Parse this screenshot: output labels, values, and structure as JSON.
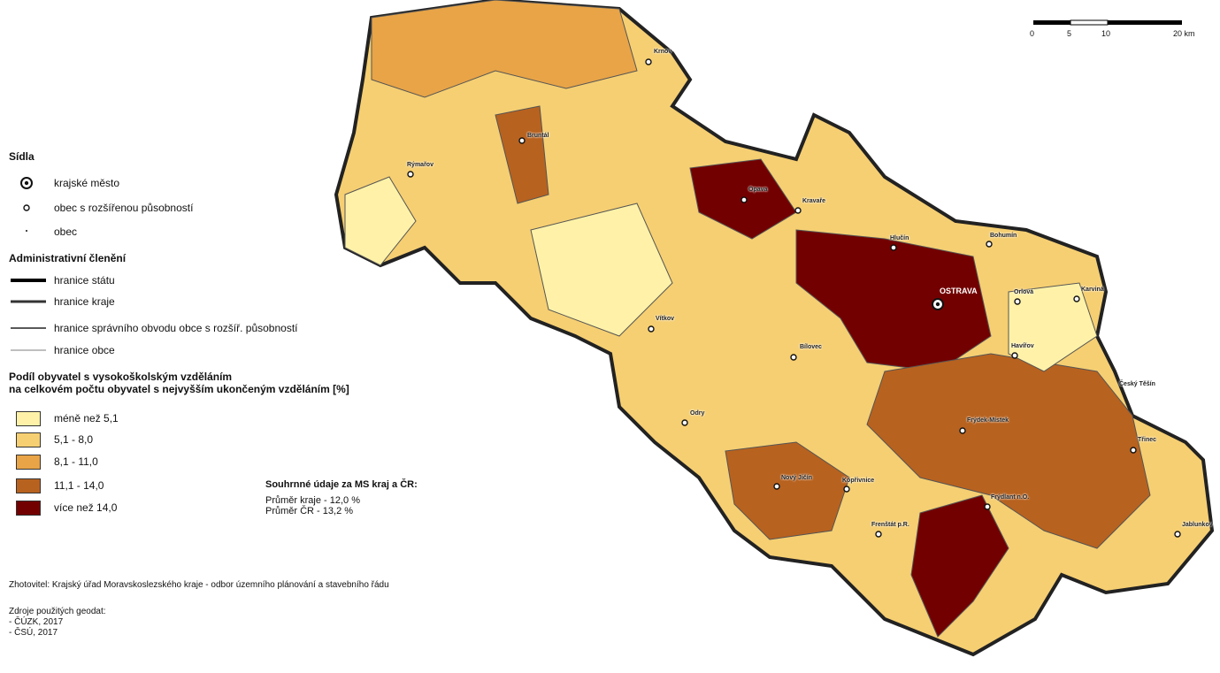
{
  "legend": {
    "settlements_title": "Sídla",
    "regional_city": "krajské město",
    "ext_municipality": "obec s rozšířenou působností",
    "municipality": "obec",
    "admin_title": "Administrativní členění",
    "state_border": "hranice státu",
    "region_border": "hranice kraje",
    "orp_border": "hranice správního obvodu obce s rozšíř. působností",
    "municipality_border": "hranice obce",
    "share_title_1": "Podíl obyvatel s vysokoškolským vzděláním",
    "share_title_2": "na celkovém počtu obyvatel s nejvyšším ukončeným vzděláním [%]",
    "classes": [
      {
        "label": "méně než 5,1",
        "color": "#fff2a8"
      },
      {
        "label": "5,1 - 8,0",
        "color": "#f6cf72"
      },
      {
        "label": "8,1 - 11,0",
        "color": "#e8a447"
      },
      {
        "label": "11,1 - 14,0",
        "color": "#b8621f"
      },
      {
        "label": "více než 14,0",
        "color": "#730000"
      }
    ]
  },
  "summary": {
    "title": "Souhrnné údaje za MS kraj a ČR:",
    "line1": "Průměr kraje - 12,0 %",
    "line2": "Průměr ČR - 13,2 %"
  },
  "author": "Zhotovitel: Krajský úřad Moravskoslezského kraje - odbor územního plánování a stavebního řádu",
  "sources": {
    "title": "Zdroje použitých geodat:",
    "line1": "- ČÚZK, 2017",
    "line2": "- ČSÚ, 2017"
  },
  "scale": {
    "l0": "0",
    "l5": "5",
    "l10": "10",
    "l20": "20 km"
  },
  "cities": {
    "krnov": "Krnov",
    "bruntal": "Bruntál",
    "rymarov": "Rýmařov",
    "opava": "Opava",
    "kravare": "Kravaře",
    "hlucin": "Hlučín",
    "bohumin": "Bohumín",
    "orlova": "Orlová",
    "karvina": "Karviná",
    "ostrava": "OSTRAVA",
    "havirov": "Havířov",
    "vitkov": "Vítkov",
    "bilovec": "Bílovec",
    "cesky_tesin": "Český Těšín",
    "odry": "Odry",
    "frydek": "Frýdek-Místek",
    "trinec": "Třinec",
    "novy_jicin": "Nový Jičín",
    "koprivnice": "Kopřivnice",
    "frenstat": "Frenštát p.R.",
    "frydlant": "Frýdlant n.O.",
    "jablunkov": "Jablunkov"
  }
}
